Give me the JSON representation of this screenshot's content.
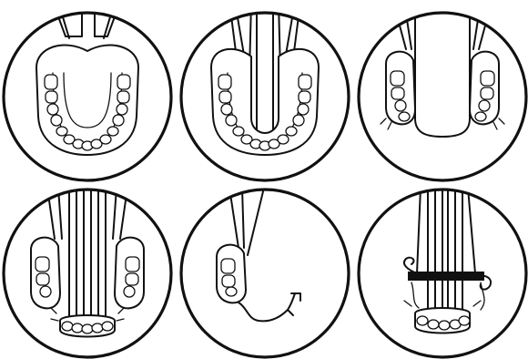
{
  "figure": {
    "panels": [
      {
        "id": "panel-1",
        "step": "full-arch-with-sections"
      },
      {
        "id": "panel-2",
        "step": "arch-split-into-segments"
      },
      {
        "id": "panel-3",
        "step": "lateral-segments-retracted"
      },
      {
        "id": "panel-4",
        "step": "anterior-segment-isolated"
      },
      {
        "id": "panel-5",
        "step": "single-segment-with-wire"
      },
      {
        "id": "panel-6",
        "step": "anterior-segment-fixated"
      }
    ],
    "colors": {
      "line": "#111111",
      "background": "#ffffff",
      "bar": "#111111"
    }
  }
}
